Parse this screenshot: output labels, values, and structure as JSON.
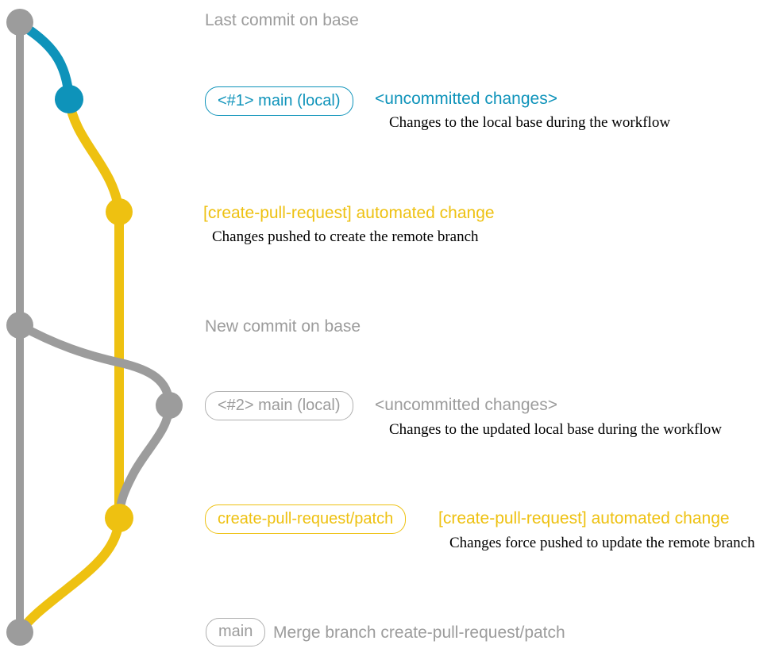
{
  "colors": {
    "gray": "#9c9c9c",
    "gray_light": "#b0b0b0",
    "blue": "#0e93ba",
    "yellow": "#eec111",
    "ink": "#000000"
  },
  "graph": {
    "type": "git-branch-diagram",
    "commit_dots": [
      {
        "id": "last-commit-on-base",
        "color": "gray"
      },
      {
        "id": "local-main-1",
        "color": "blue"
      },
      {
        "id": "automated-change-1",
        "color": "yellow"
      },
      {
        "id": "new-commit-on-base",
        "color": "gray"
      },
      {
        "id": "local-main-2",
        "color": "gray"
      },
      {
        "id": "automated-change-2",
        "color": "yellow"
      },
      {
        "id": "merge-commit",
        "color": "gray"
      }
    ]
  },
  "annotations": {
    "row1": {
      "text": "Last commit on base"
    },
    "row2": {
      "badge": "<#1> main (local)",
      "heading": "<uncommitted changes>",
      "caption": "Changes to the local base during the workflow"
    },
    "row3": {
      "heading": "[create-pull-request] automated change",
      "caption": "Changes pushed to create the remote branch"
    },
    "row4": {
      "text": "New commit on base"
    },
    "row5": {
      "badge": "<#2> main (local)",
      "heading": "<uncommitted changes>",
      "caption": "Changes to the updated local base during the workflow"
    },
    "row6": {
      "badge": "create-pull-request/patch",
      "heading": "[create-pull-request] automated change",
      "caption": "Changes force pushed to update the remote branch"
    },
    "row7": {
      "badge": "main",
      "text": "Merge branch create-pull-request/patch"
    }
  }
}
